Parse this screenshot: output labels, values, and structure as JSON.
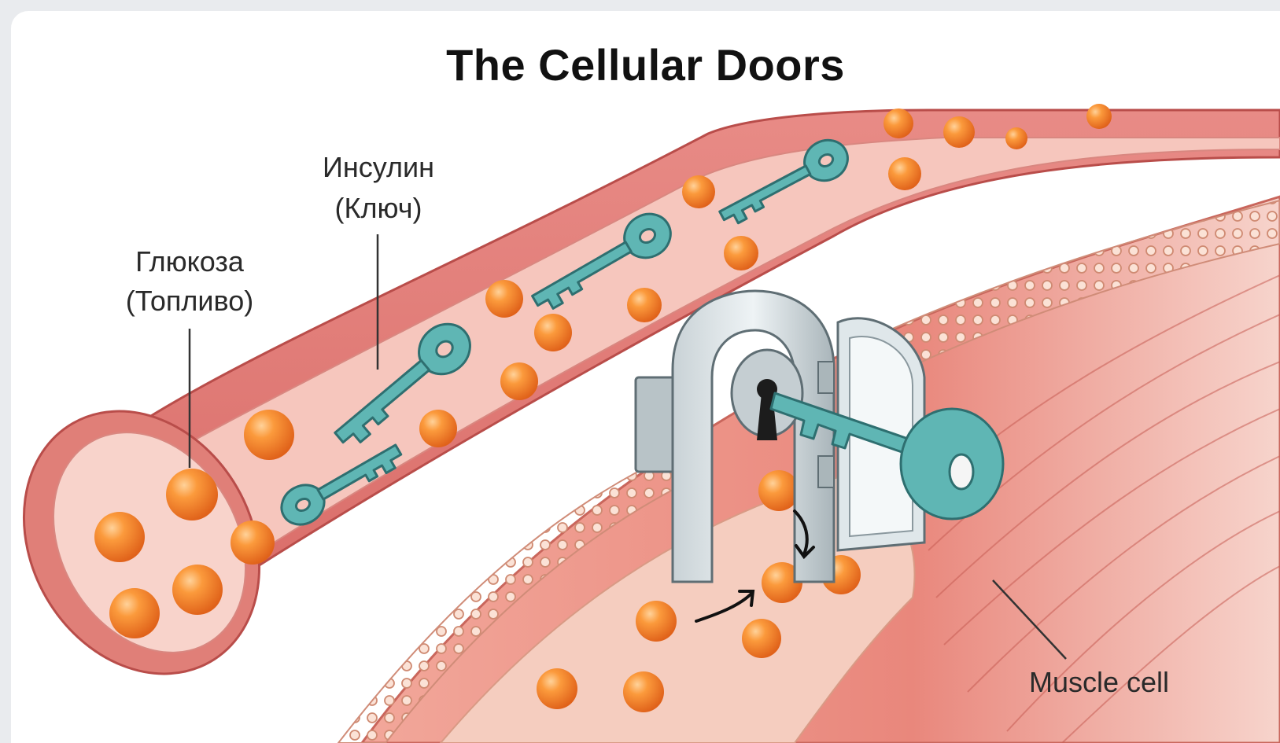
{
  "diagram": {
    "title": "The Cellular Doors",
    "labels": {
      "glucose_line1": "Глюкоза",
      "glucose_line2": "(Топливо)",
      "insulin_line1": "Инсулин",
      "insulin_line2": "(Ключ)",
      "muscle": "Muscle cell"
    }
  }
}
